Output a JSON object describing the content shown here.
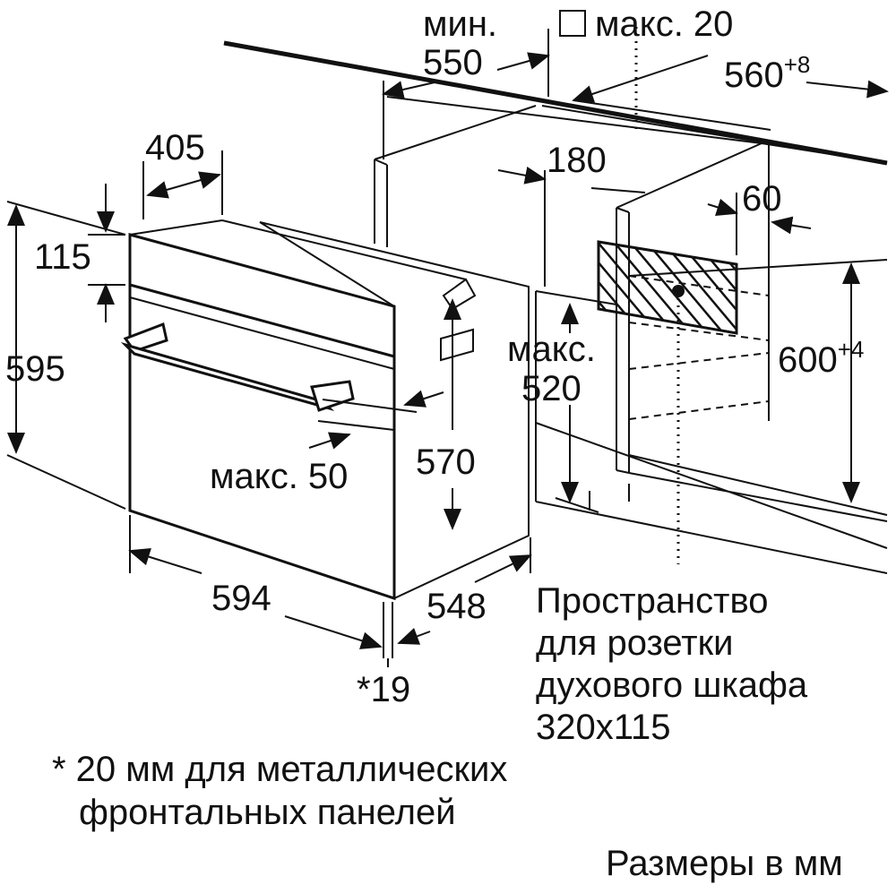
{
  "dimensions": {
    "min_label": "мин.",
    "d550": "550",
    "checkbox_label": "макс. 20",
    "d560": "560",
    "d560_tolerance": "+8",
    "d405": "405",
    "d180": "180",
    "d60": "60",
    "d115": "115",
    "d595": "595",
    "d600": "600",
    "d600_tolerance": "+4",
    "max520_line1": "макс.",
    "max520_line2": "520",
    "d570": "570",
    "max50": "макс. 50",
    "d594": "594",
    "d548": "548",
    "d19": "*19"
  },
  "socket_note": {
    "line1": "Пространство",
    "line2": "для розетки",
    "line3": "духового шкафа",
    "line4": "320x115"
  },
  "footnote": {
    "line1": "* 20 мм для металлических",
    "line2": "фронтальных панелей"
  },
  "units_note": "Размеры в мм",
  "colors": {
    "ink": "#111111",
    "background": "#ffffff"
  }
}
